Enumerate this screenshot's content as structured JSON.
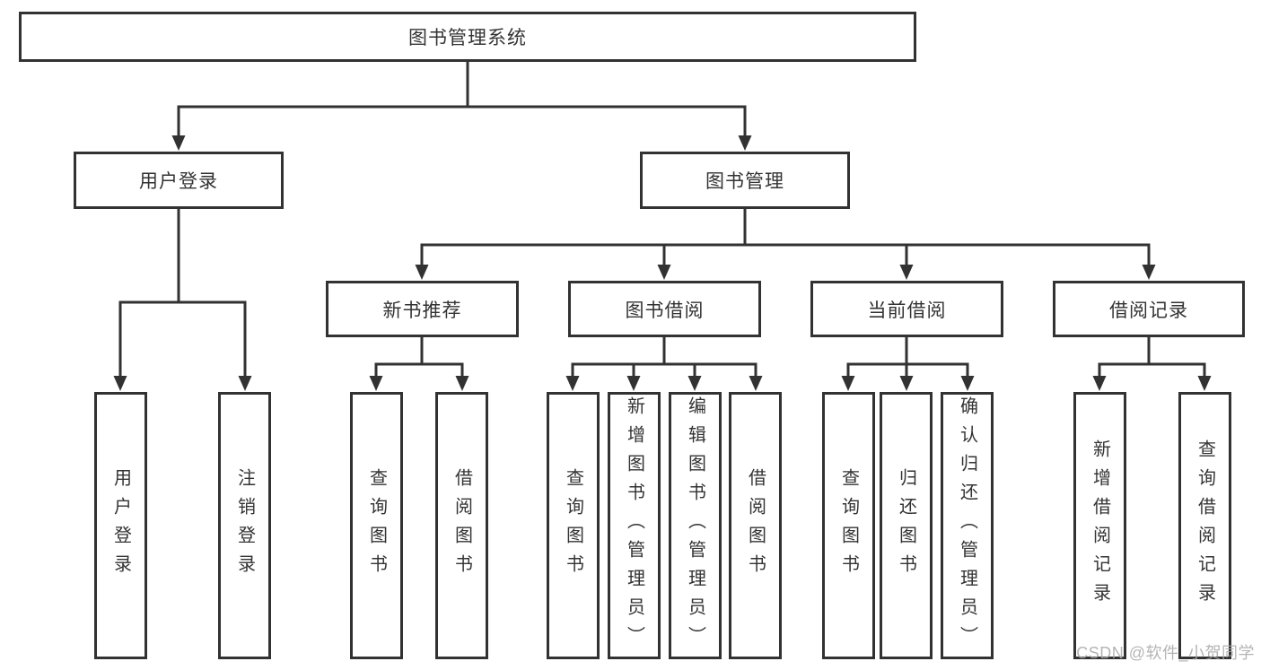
{
  "diagram": {
    "root": {
      "label": "图书管理系统",
      "children": [
        {
          "label": "用户登录",
          "children": [
            {
              "label": "用户登录"
            },
            {
              "label": "注销登录"
            }
          ]
        },
        {
          "label": "图书管理",
          "children": [
            {
              "label": "新书推荐",
              "children": [
                {
                  "label": "查询图书"
                },
                {
                  "label": "借阅图书"
                }
              ]
            },
            {
              "label": "图书借阅",
              "children": [
                {
                  "label": "查询图书"
                },
                {
                  "label": "新增图书（管理员）"
                },
                {
                  "label": "编辑图书（管理员）"
                },
                {
                  "label": "借阅图书"
                }
              ]
            },
            {
              "label": "当前借阅",
              "children": [
                {
                  "label": "查询图书"
                },
                {
                  "label": "归还图书"
                },
                {
                  "label": "确认归还（管理员）"
                }
              ]
            },
            {
              "label": "借阅记录",
              "children": [
                {
                  "label": "新增借阅记录"
                },
                {
                  "label": "查询借阅记录"
                }
              ]
            }
          ]
        }
      ]
    }
  },
  "watermark": {
    "text": "CSDN @软件_小贺同学"
  },
  "colors": {
    "line": "#323232",
    "text": "#333333",
    "background": "#ffffff",
    "watermark": "#a8a8a8"
  }
}
